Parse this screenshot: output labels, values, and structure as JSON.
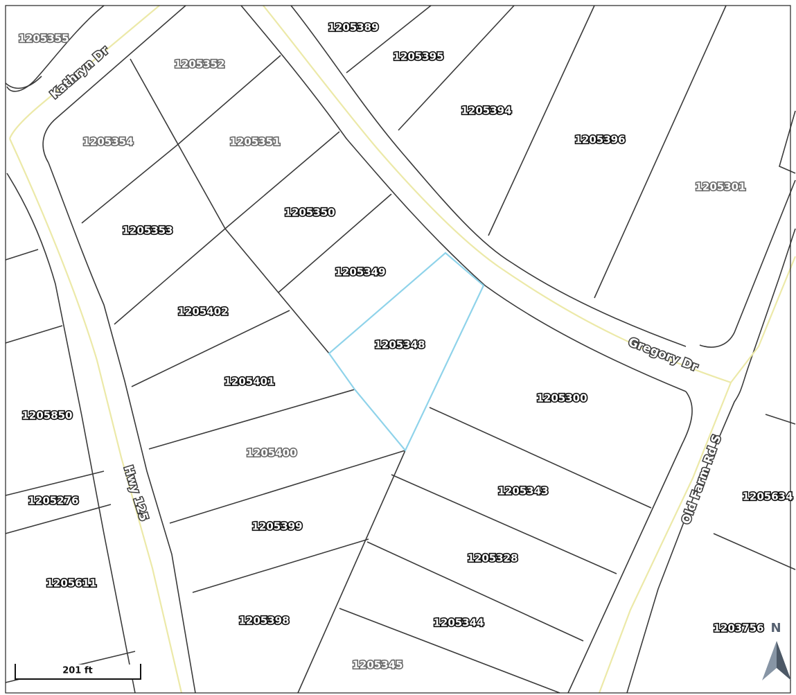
{
  "parcels": [
    {
      "id": "1205355"
    },
    {
      "id": "1205389"
    },
    {
      "id": "1205352"
    },
    {
      "id": "1205395"
    },
    {
      "id": "1205394"
    },
    {
      "id": "1205354"
    },
    {
      "id": "1205351"
    },
    {
      "id": "1205396"
    },
    {
      "id": "1205301"
    },
    {
      "id": "1205350"
    },
    {
      "id": "1205353"
    },
    {
      "id": "1205349"
    },
    {
      "id": "1205402"
    },
    {
      "id": "1205348",
      "selected": true
    },
    {
      "id": "1205401"
    },
    {
      "id": "1205300"
    },
    {
      "id": "1205850"
    },
    {
      "id": "1205400"
    },
    {
      "id": "1205343"
    },
    {
      "id": "1205276"
    },
    {
      "id": "1205634"
    },
    {
      "id": "1205399"
    },
    {
      "id": "1205328"
    },
    {
      "id": "1205611"
    },
    {
      "id": "1205398"
    },
    {
      "id": "1205344"
    },
    {
      "id": "1203756"
    },
    {
      "id": "1205345"
    }
  ],
  "roads": {
    "kathryn": "Kathryn Dr",
    "gregory": "Gregory Dr",
    "hwy": "Hwy 125",
    "oldfarm": "Old Farm Rd S"
  },
  "scale": {
    "label": "201 ft"
  },
  "north": {
    "label": "N"
  },
  "colors": {
    "parcel_line": "#3a3a3a",
    "centerline": "#ece9a8",
    "selected_parcel": "#8fd3ea"
  }
}
